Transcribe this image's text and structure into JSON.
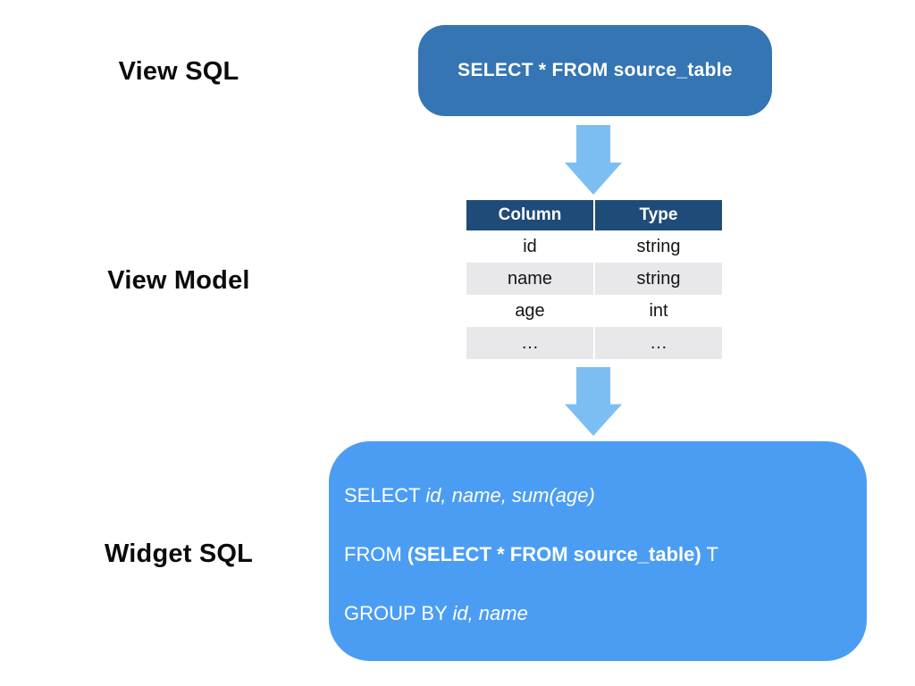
{
  "labels": {
    "view_sql": "View SQL",
    "view_model": "View Model",
    "widget_sql": "Widget SQL"
  },
  "view_sql_box": {
    "sql": "SELECT * FROM source_table"
  },
  "view_model_table": {
    "headers": {
      "column": "Column",
      "type": "Type"
    },
    "rows": [
      {
        "column": "id",
        "type": "string"
      },
      {
        "column": "name",
        "type": "string"
      },
      {
        "column": "age",
        "type": "int"
      },
      {
        "column": "…",
        "type": "…"
      }
    ]
  },
  "widget_sql_box": {
    "select_keyword": "SELECT ",
    "select_args": "id, name, sum(age)",
    "from_keyword": "FROM ",
    "from_subquery": "(SELECT * FROM source_table)",
    "from_alias": " T",
    "groupby_keyword": "GROUP BY ",
    "groupby_args": "id, name"
  },
  "icons": {
    "arrow_1": "down-arrow-icon",
    "arrow_2": "down-arrow-icon"
  },
  "colors": {
    "view_sql_box_bg": "#3575B4",
    "table_header_bg": "#1F4B78",
    "table_alt_row_bg": "#E8E8EB",
    "widget_sql_box_bg": "#4B9DF4",
    "arrow": "#7DBEF2",
    "text_on_blue": "#FFFFFF",
    "label_text": "#0B0B0B"
  }
}
